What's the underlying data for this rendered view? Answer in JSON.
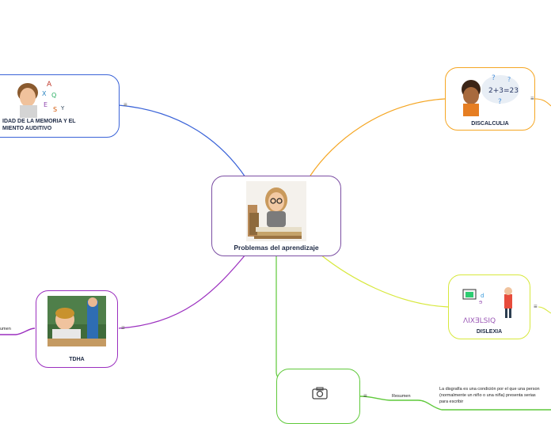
{
  "map": {
    "central": {
      "title": "Problemas del aprendizaje",
      "image": "girl-with-books"
    },
    "nodes": [
      {
        "id": "memoria",
        "title_line1": "IDAD DE LA MEMORIA Y EL",
        "title_line2": "MIENTO AUDITIVO",
        "color": "#3a63d8",
        "image": "child-listening-letters"
      },
      {
        "id": "discalculia",
        "title": "DISCALCULIA",
        "color": "#f5a623",
        "image": "girl-math-bubble",
        "bubble": "2+3=23"
      },
      {
        "id": "tdha",
        "title": "TDHA",
        "color": "#9b2fbf",
        "image": "boy-classroom"
      },
      {
        "id": "dislexia",
        "title": "DISLEXIA",
        "color": "#d7e83c",
        "image": "dyslexia-word",
        "word": "ΛIXƎLSIQ"
      },
      {
        "id": "disgrafia",
        "title": "",
        "color": "#5fc93a",
        "image": "camera-icon"
      }
    ],
    "resumen_labels": {
      "tdha": "Resumen",
      "disgrafia": "Resumen",
      "tdha_cut": "umen"
    },
    "disgrafia_summary": [
      "La disgrafía es una condición por el que una person",
      "(normalmente un niño o una niña) presenta serias",
      "para escribir"
    ],
    "menu_glyph": "≡"
  }
}
